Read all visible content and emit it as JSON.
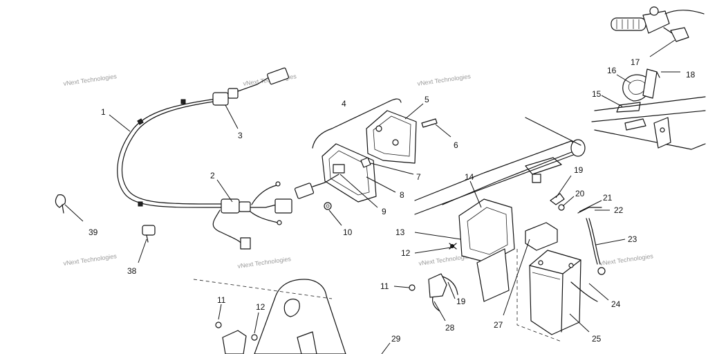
{
  "watermark": "vNext Technologies",
  "callouts": {
    "c1": "1",
    "c2": "2",
    "c3": "3",
    "c4": "4",
    "c5": "5",
    "c6": "6",
    "c7": "7",
    "c8": "8",
    "c9": "9",
    "c10": "10",
    "c11a": "11",
    "c11b": "11",
    "c12a": "12",
    "c12b": "12",
    "c13": "13",
    "c14": "14",
    "c15": "15",
    "c16": "16",
    "c17": "17",
    "c18": "18",
    "c19a": "19",
    "c19b": "19",
    "c20": "20",
    "c21": "21",
    "c22": "22",
    "c23": "23",
    "c24": "24",
    "c25": "25",
    "c27": "27",
    "c28": "28",
    "c29": "29",
    "c38": "38",
    "c39": "39"
  }
}
